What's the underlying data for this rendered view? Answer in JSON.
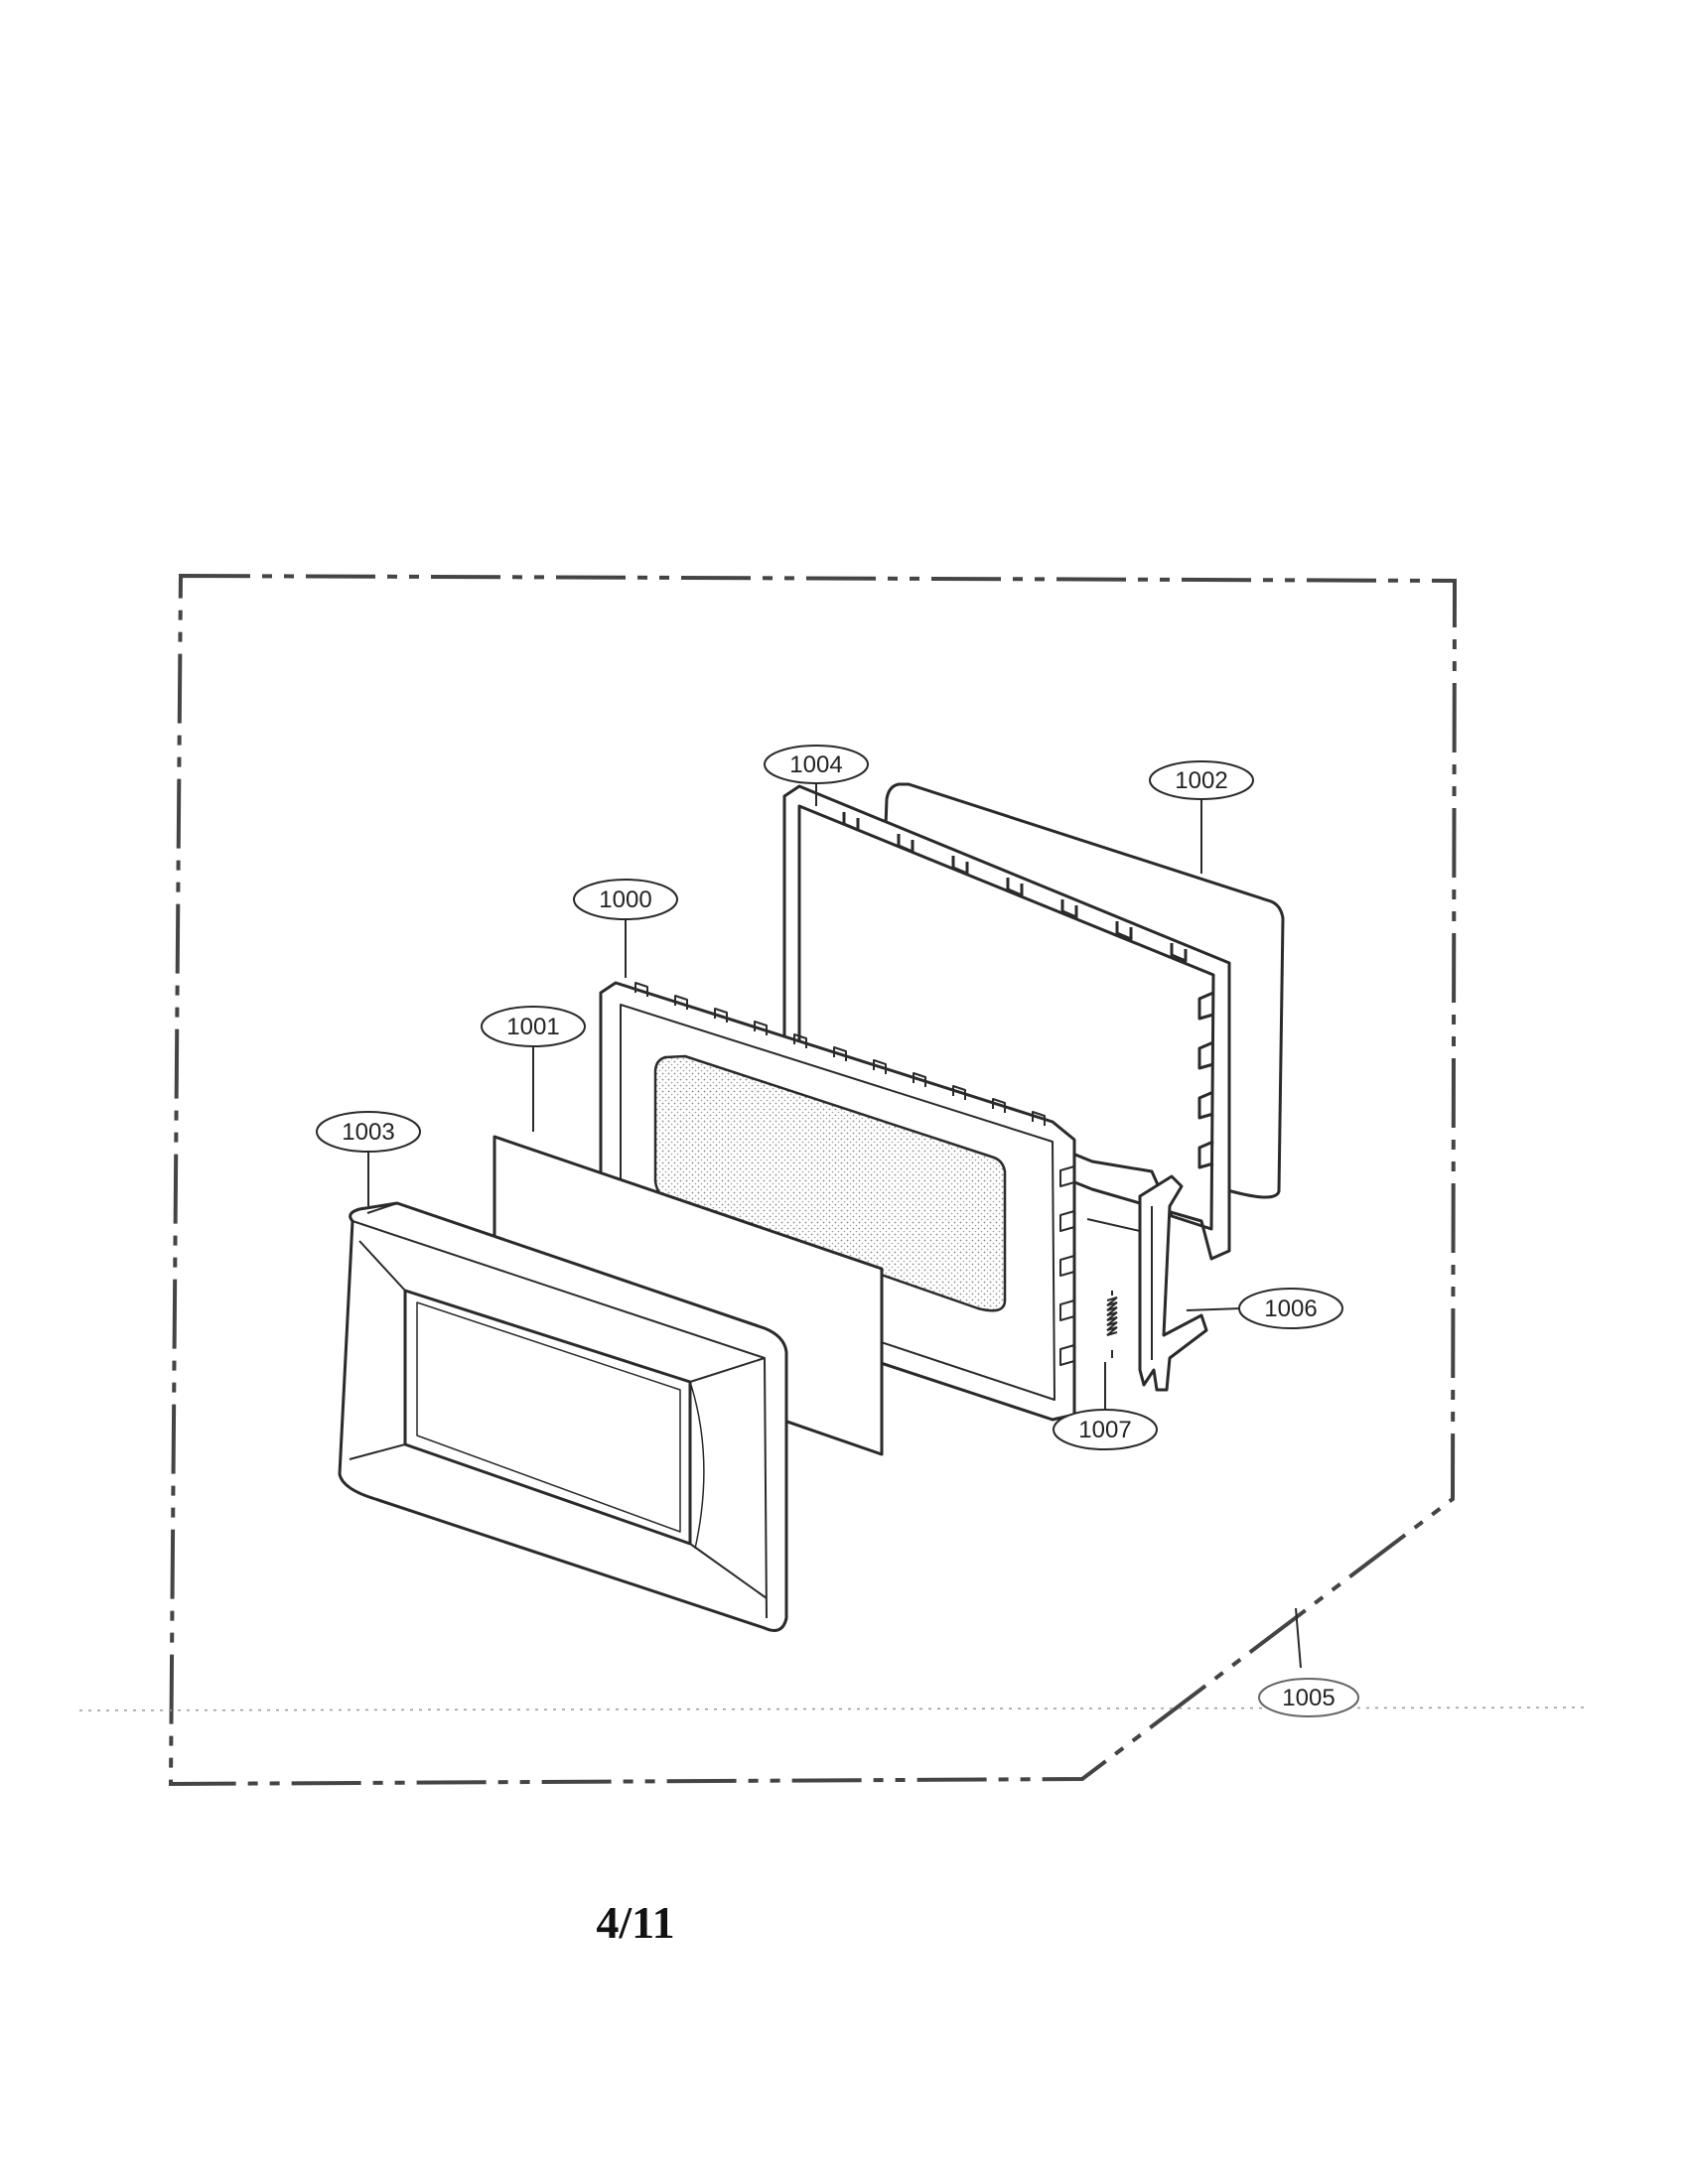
{
  "page": {
    "page_number": "4/11"
  },
  "callouts": {
    "c1000": "1000",
    "c1001": "1001",
    "c1002": "1002",
    "c1003": "1003",
    "c1004": "1004",
    "c1005": "1005",
    "c1006": "1006",
    "c1007": "1007"
  },
  "colors": {
    "line": "#2a2a2a",
    "boundary": "#444444",
    "background": "#ffffff"
  }
}
